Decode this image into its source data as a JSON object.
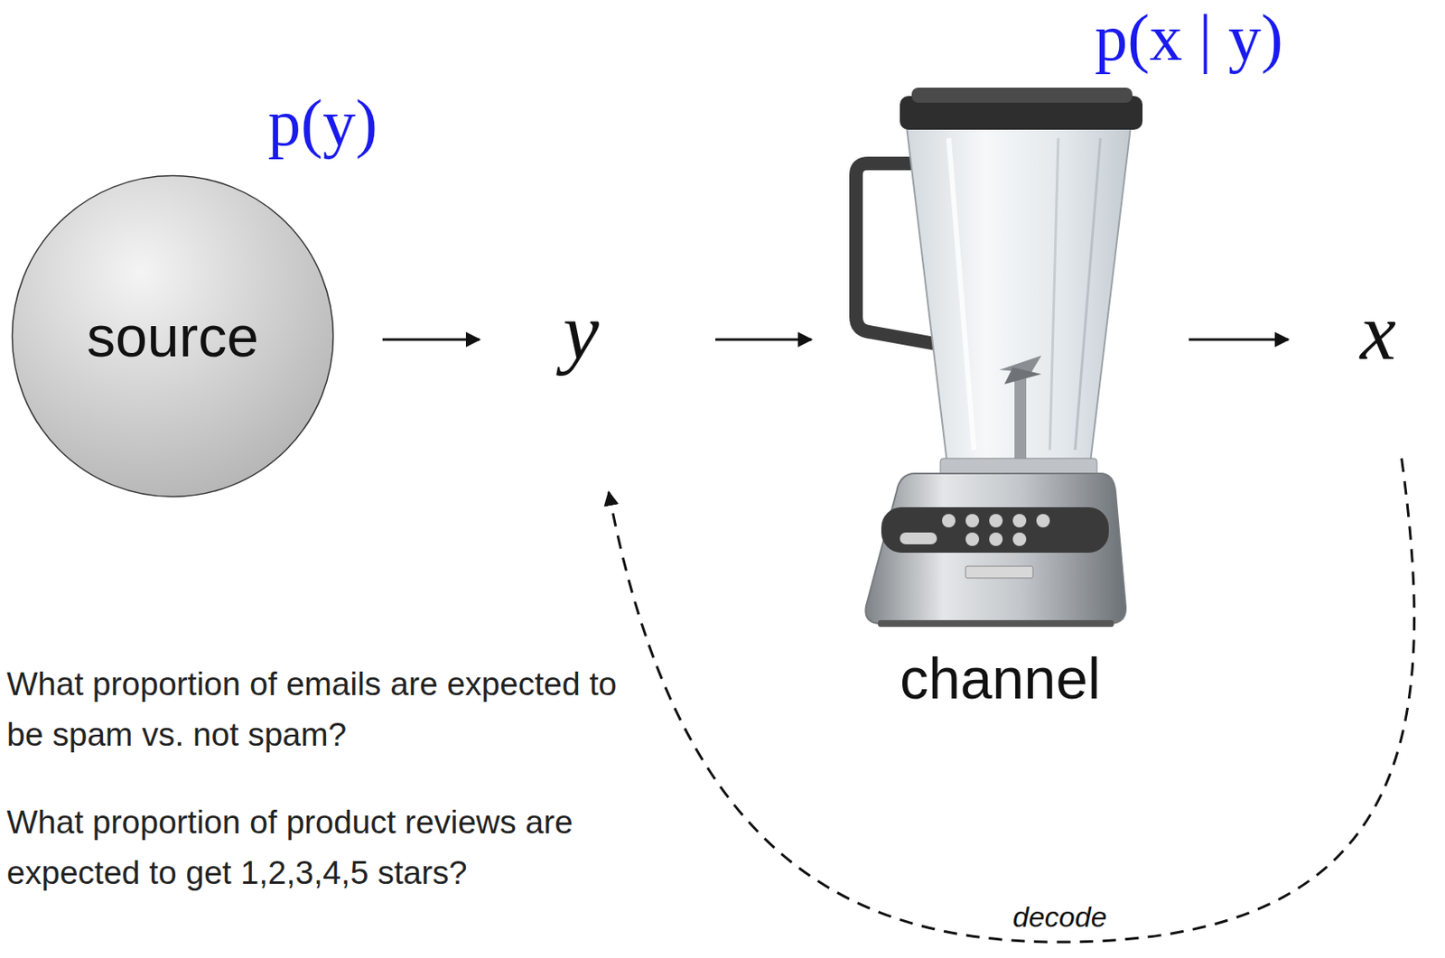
{
  "diagram": {
    "nodes": [
      {
        "text": [
          "p(y)",
          "source"
        ]
      },
      {
        "text": [
          "y"
        ]
      },
      {
        "text": [
          "p(x | y)",
          "channel"
        ]
      },
      {
        "text": [
          "x"
        ]
      }
    ],
    "edges": [
      {
        "from": 0,
        "to": 1,
        "arrow": "to"
      },
      {
        "from": 1,
        "to": 2,
        "arrow": "to"
      },
      {
        "from": 2,
        "to": 3,
        "arrow": "to"
      },
      {
        "from": 3,
        "to": 1,
        "label": "decode",
        "arrow": "to"
      }
    ],
    "labels": [
      "What proportion of emails are expected to be spam vs. not spam?",
      "What proportion of product reviews are expected to get 1,2,3,4,5 stars?"
    ]
  }
}
